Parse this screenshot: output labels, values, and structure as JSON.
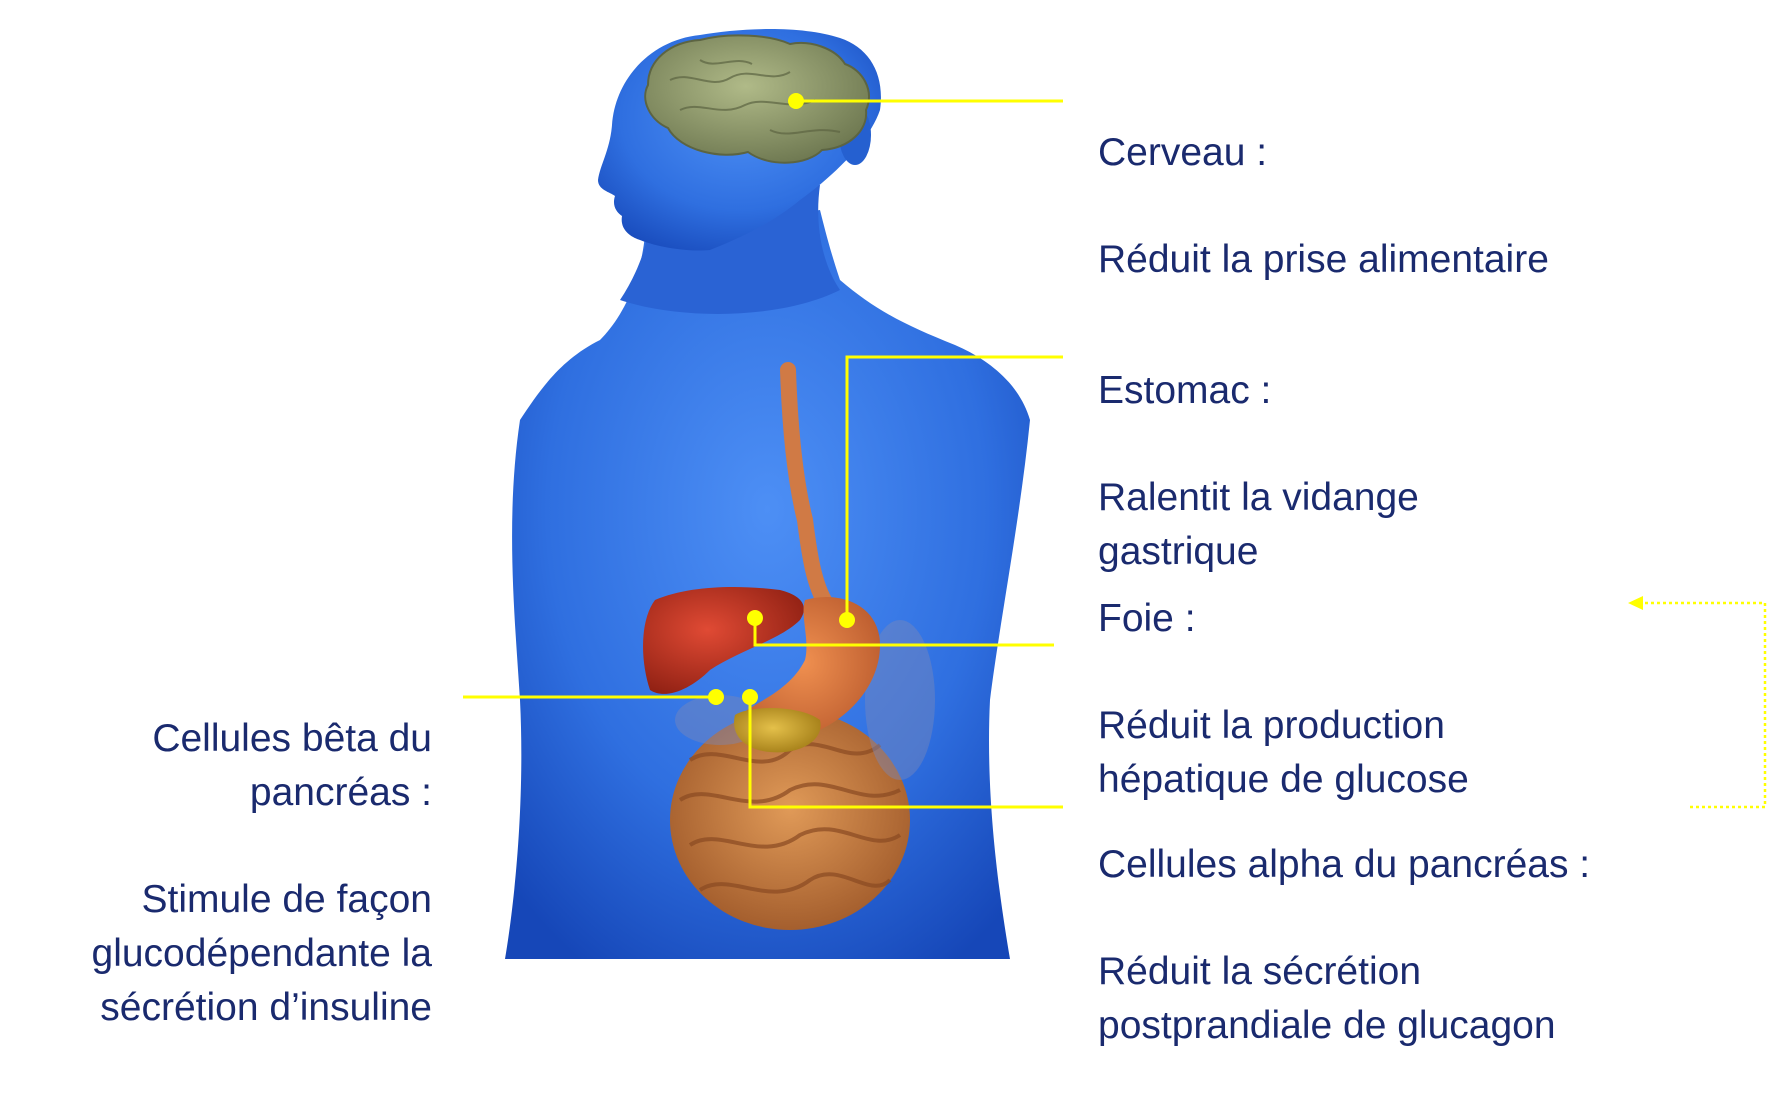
{
  "labels": {
    "cerveau": {
      "title": "Cerveau :",
      "text": "Réduit la prise alimentaire"
    },
    "estomac": {
      "title": "Estomac :",
      "text": "Ralentit la vidange\ngastrique"
    },
    "foie": {
      "title": "Foie :",
      "text": "Réduit la production\nhépatique de glucose"
    },
    "alpha": {
      "title": "Cellules alpha du pancréas :",
      "text": "Réduit la sécrétion\npostprandiale de glucagon"
    },
    "beta": {
      "title": "Cellules bêta du\npancréas :",
      "text": "Stimule de façon\nglucodépendante la\nsécrétion d’insuline"
    }
  },
  "colors": {
    "body": "#2f6fe0",
    "body_dark": "#1a4fc0",
    "brain": "#8f9a6a",
    "liver": "#b8301e",
    "stomach": "#d8733a",
    "intestine": "#c87838",
    "pancreas": "#c9a21e",
    "leader_line": "#ffff00",
    "text": "#1a2a6e"
  },
  "icons": [
    "human-torso-illustration",
    "brain-icon",
    "liver-icon",
    "stomach-icon",
    "pancreas-icon",
    "intestine-icon"
  ]
}
